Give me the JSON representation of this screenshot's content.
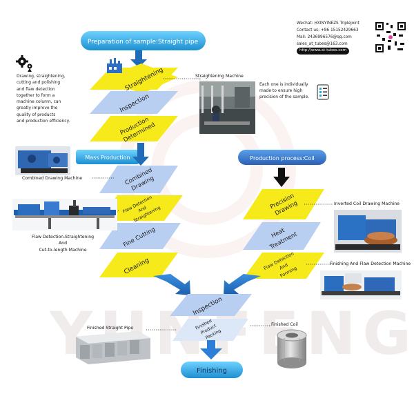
{
  "watermark": "YUNFENG",
  "contact": {
    "wechat": "Wechat: HXINYINEZS Triplejoint",
    "phone": "Contact us: +86 15152429663",
    "mail": "Mail: 2436996576@qq.com",
    "sales": "sales_at_tubes@163.com",
    "url": "http://www.at-tubes.com"
  },
  "intro_lines": [
    "Drawing, straightening,",
    "cutting and polishing",
    "and flaw detection",
    "together to form a",
    "machine column, can",
    "greatly improve the",
    "quality of products",
    "and production efficiency."
  ],
  "sample_note_lines": [
    "Each one is individually",
    "made to ensure high",
    "precision of the sample."
  ],
  "pills": {
    "preparation": "Preparation of sample:Straight pipe",
    "mass_production": "Mass Production",
    "coil_process": "Production process:Coil",
    "finishing": "Finishing"
  },
  "steps": {
    "straightening": [
      "Straightening"
    ],
    "inspection_top": [
      "Inspection"
    ],
    "production_determined": [
      "Production",
      "Determined"
    ],
    "combined_drawing": [
      "Combined",
      "Drawing"
    ],
    "flaw_detection_straightening": [
      "Flaw Detection",
      "And",
      "Straightening"
    ],
    "fine_cutting": [
      "Fine Cutting"
    ],
    "cleaning": [
      "Cleaning"
    ],
    "precision_drawing": [
      "Precision",
      "Drawing"
    ],
    "heat_treatment": [
      "Heat",
      "Treatment"
    ],
    "flaw_detection_forming": [
      "Flaw Detection",
      "And",
      "Forming"
    ],
    "inspection_bottom": [
      "Inspection"
    ],
    "finished_product_packing": [
      "Finished",
      "Product",
      "Packing"
    ]
  },
  "labels": {
    "straightening_machine": "Straightening Machine",
    "combined_drawing_machine": "Combined Drawing Machine",
    "flaw_machine_lines": [
      "Flaw Detection.Straightening",
      "And",
      "Cut-to-length Machine"
    ],
    "inverted_coil": "Inverted Coil Drawing Machine",
    "finishing_flaw": "Finishing And Flaw Detection Machine",
    "finished_straight_pipe": "Finished Straight Pipe",
    "finished_coil": "Finished Coil"
  },
  "icons": {
    "gears": "gears-icon",
    "checklist": "checklist-icon",
    "qr": "qr-code-icon",
    "factory": "factory-icon"
  },
  "colors": {
    "yellow": "#f6ea1b",
    "blue": "#b9cff2",
    "pill_blue": "#2aa4dc",
    "pill_deep": "#2f6fc0",
    "arrow_blue": "#2477c2"
  }
}
